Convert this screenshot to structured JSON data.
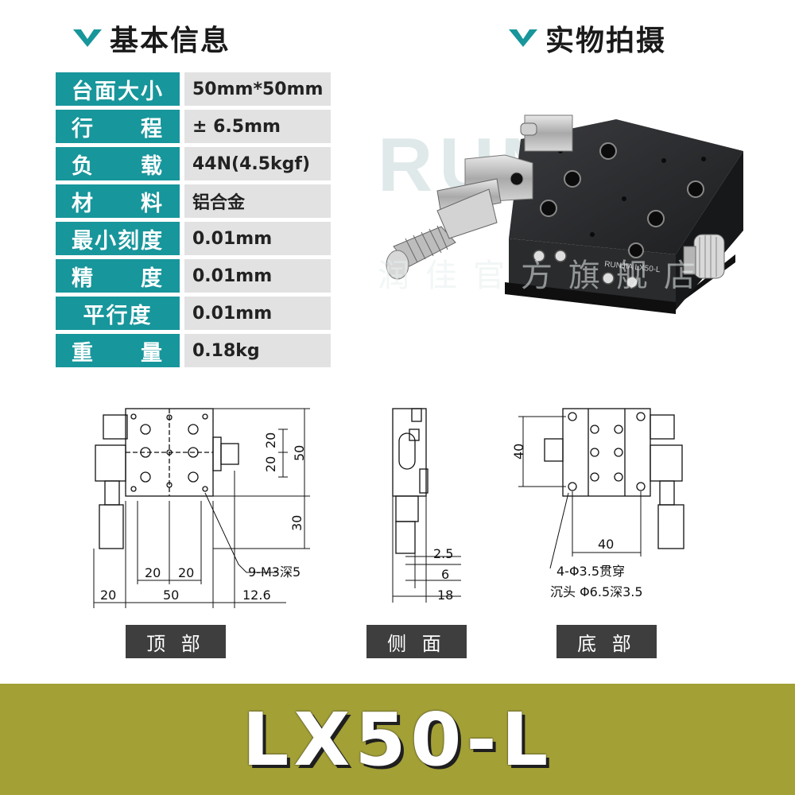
{
  "headings": {
    "info": "基本信息",
    "photo": "实物拍摄"
  },
  "specs": [
    {
      "label": "台面大小",
      "value": "50mm*50mm"
    },
    {
      "label": "行　　程",
      "value": "± 6.5mm"
    },
    {
      "label": "负　　载",
      "value": "44N(4.5kgf)"
    },
    {
      "label": "材　　料",
      "value": "铝合金"
    },
    {
      "label": "最小刻度",
      "value": "0.01mm"
    },
    {
      "label": "精　　度",
      "value": "0.01mm"
    },
    {
      "label": "平行度",
      "value": "0.01mm"
    },
    {
      "label": "重　　量",
      "value": "0.18kg"
    }
  ],
  "photo": {
    "engraving": "RUNJIA  LX50-L",
    "watermark": "RUNJIA",
    "watermark_cn": "润佳官方旗舰店"
  },
  "drawing": {
    "top": {
      "d20a": "20",
      "d20b": "20",
      "d50v": "50",
      "d30": "30",
      "h20a": "20",
      "h20b": "20",
      "note": "9-M3深5",
      "b20": "20",
      "b50": "50",
      "b126": "12.6"
    },
    "side": {
      "d25": "2.5",
      "d6": "6",
      "d18": "18"
    },
    "bottom": {
      "d40v": "40",
      "d40h": "40",
      "note1": "4-Φ3.5贯穿",
      "note2": "沉头 Φ6.5深3.5"
    }
  },
  "view_labels": {
    "top": "顶 部",
    "side": "侧 面",
    "bottom": "底 部"
  },
  "model": "LX50-L",
  "colors": {
    "teal": "#17969b",
    "olive": "#a3a036",
    "label_bg": "#3e3e3e"
  }
}
